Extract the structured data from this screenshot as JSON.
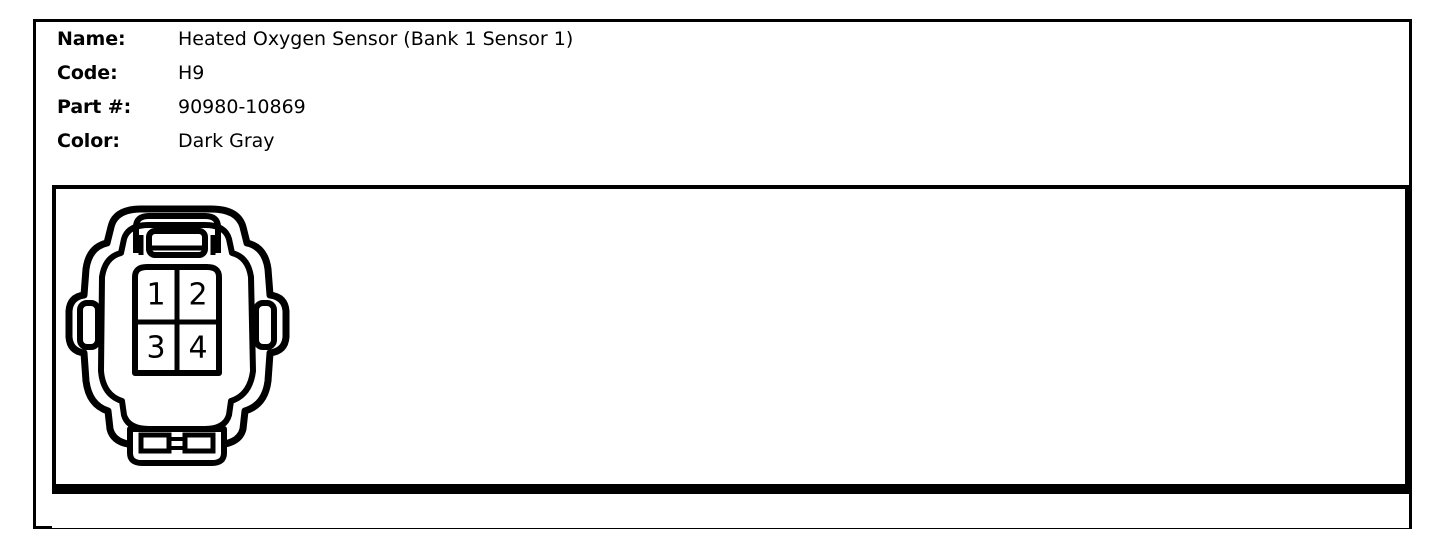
{
  "spec": {
    "rows": [
      {
        "label": "Name:",
        "value": "Heated Oxygen Sensor (Bank 1 Sensor 1)"
      },
      {
        "label": "Code:",
        "value": "H9"
      },
      {
        "label": "Part #:",
        "value": "90980-10869"
      },
      {
        "label": "Color:",
        "value": "Dark Gray"
      }
    ]
  },
  "connector": {
    "type": "4-pin-female-connector-face-view",
    "pin_count": 4,
    "pin_layout": {
      "rows": 2,
      "columns": 2
    },
    "pins": [
      {
        "position": "top-left",
        "number": "1"
      },
      {
        "position": "top-right",
        "number": "2"
      },
      {
        "position": "bottom-left",
        "number": "3"
      },
      {
        "position": "bottom-right",
        "number": "4"
      }
    ],
    "features": [
      "top-locking-latch",
      "left-side-tab",
      "right-side-tab",
      "bottom-retainer-tab"
    ],
    "line_color": "#000000",
    "fill_color": "#ffffff"
  },
  "frame": {
    "border_color": "#000000",
    "background_color": "#ffffff"
  }
}
